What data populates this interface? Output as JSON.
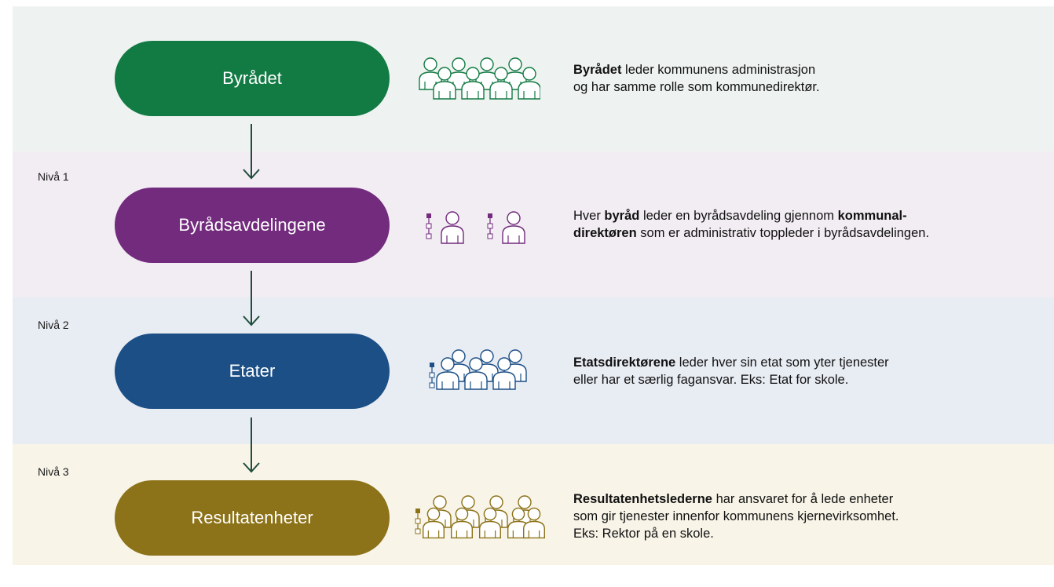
{
  "levels": [
    {
      "id": "byradet",
      "level_label": "",
      "pill_text": "Byrådet",
      "color": "#127a43",
      "icon": "group-of-six-people-icon",
      "desc": [
        [
          {
            "t": "Byrådet",
            "b": true
          },
          {
            "t": " leder kommunens administrasjon",
            "b": false
          }
        ],
        [
          {
            "t": "og har samme rolle som kommunedirektør.",
            "b": false
          }
        ]
      ]
    },
    {
      "id": "byradsavdelingene",
      "level_label": "Nivå 1",
      "pill_text": "Byrådsavdelingene",
      "color": "#722b7d",
      "icon": "two-leaders-with-org-chart-icon",
      "desc": [
        [
          {
            "t": "Hver ",
            "b": false
          },
          {
            "t": "byråd",
            "b": true
          },
          {
            "t": " leder en byrådsavdeling gjennom ",
            "b": false
          },
          {
            "t": "kommunal-",
            "b": true
          }
        ],
        [
          {
            "t": "direktøren",
            "b": true
          },
          {
            "t": " som er administrativ toppleder i byrådsavdelingen.",
            "b": false
          }
        ]
      ]
    },
    {
      "id": "etater",
      "level_label": "Nivå 2",
      "pill_text": "Etater",
      "color": "#1b4f85",
      "icon": "department-team-icon",
      "desc": [
        [
          {
            "t": "Etatsdirektørene",
            "b": true
          },
          {
            "t": " leder hver sin etat som yter tjenester",
            "b": false
          }
        ],
        [
          {
            "t": "eller har et særlig fagansvar. Eks: Etat for skole.",
            "b": false
          }
        ]
      ]
    },
    {
      "id": "resultatenheter",
      "level_label": "Nivå 3",
      "pill_text": "Resultatenheter",
      "color": "#8c7218",
      "icon": "large-team-with-org-chart-icon",
      "desc": [
        [
          {
            "t": "Resultatenhetslederne",
            "b": true
          },
          {
            "t": " har ansvaret for å lede enheter",
            "b": false
          }
        ],
        [
          {
            "t": "som gir tjenester innenfor kommunens kjernevirksomhet.",
            "b": false
          }
        ],
        [
          {
            "t": "Eks: Rektor på en skole.",
            "b": false
          }
        ]
      ]
    }
  ],
  "arrow_color": "#1f4d3b"
}
